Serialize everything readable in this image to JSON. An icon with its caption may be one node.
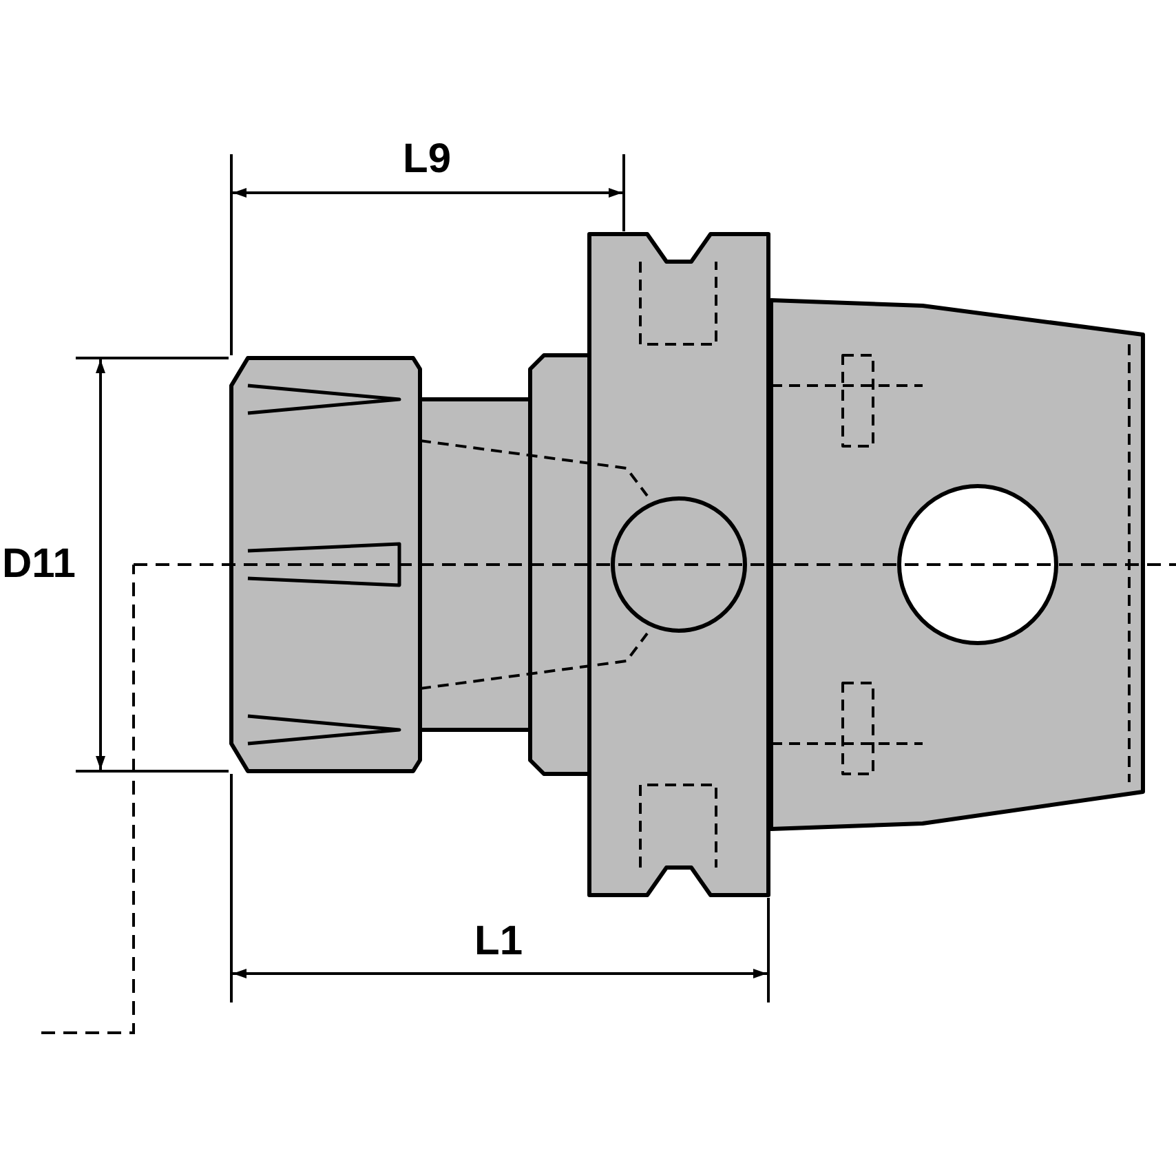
{
  "diagram": {
    "labels": [
      "L9",
      "D11",
      "L1"
    ]
  }
}
